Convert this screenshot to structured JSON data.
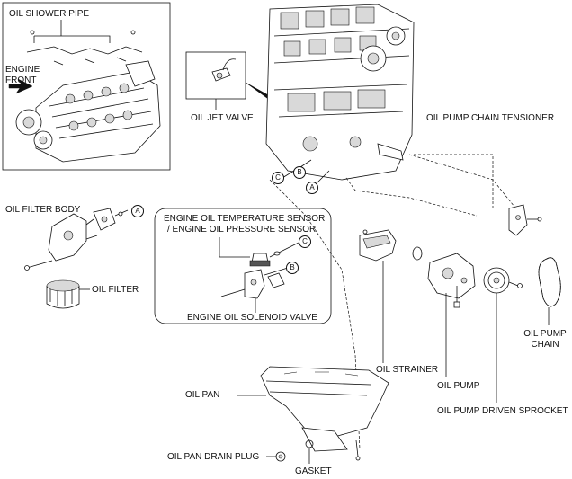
{
  "labels": {
    "oil_shower_pipe": "OIL SHOWER PIPE",
    "engine_front_1": "ENGINE",
    "engine_front_2": "FRONT",
    "oil_jet_valve": "OIL JET VALVE",
    "oil_pump_chain_tensioner": "OIL PUMP CHAIN TENSIONER",
    "oil_filter_body": "OIL FILTER BODY",
    "oil_filter": "OIL FILTER",
    "temp_sensor_1": "ENGINE OIL TEMPERATURE SENSOR",
    "temp_sensor_2": "/ ENGINE OIL PRESSURE SENSOR",
    "solenoid_valve": "ENGINE OIL SOLENOID VALVE",
    "oil_strainer": "OIL STRAINER",
    "oil_pump": "OIL PUMP",
    "oil_pump_chain_1": "OIL PUMP",
    "oil_pump_chain_2": "CHAIN",
    "driven_sprocket": "OIL PUMP DRIVEN SPROCKET",
    "oil_pan": "OIL PAN",
    "drain_plug": "OIL PAN DRAIN PLUG",
    "gasket": "GASKET"
  },
  "callouts": {
    "a": "A",
    "b": "B",
    "c": "C"
  }
}
